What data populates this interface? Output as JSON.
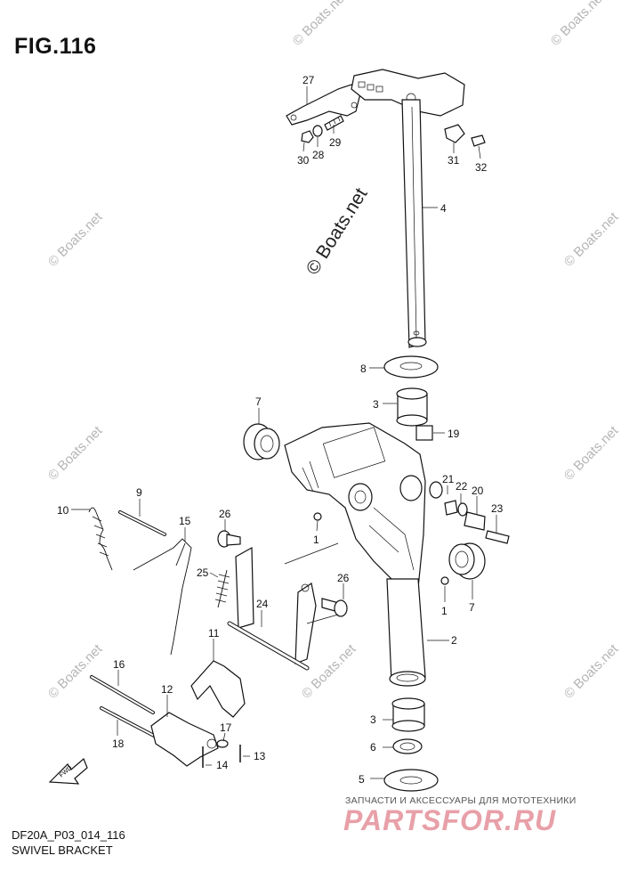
{
  "figure": {
    "title": "FIG.116",
    "code": "DF20A_P03_014_116",
    "caption": "SWIVEL BRACKET"
  },
  "direction_label": "FWD",
  "watermark": {
    "text": "© Boats.net",
    "center_text": "© Boats.net"
  },
  "promo": {
    "line1": "ЗАПЧАСТИ И АКСЕССУАРЫ ДЛЯ МОТОТЕХНИКИ",
    "line2": "PARTSFOR.RU"
  },
  "callouts": [
    {
      "id": "c27",
      "label": "27"
    },
    {
      "id": "c29",
      "label": "29"
    },
    {
      "id": "c28",
      "label": "28"
    },
    {
      "id": "c30",
      "label": "30"
    },
    {
      "id": "c31",
      "label": "31"
    },
    {
      "id": "c32",
      "label": "32"
    },
    {
      "id": "c4",
      "label": "4"
    },
    {
      "id": "c8",
      "label": "8"
    },
    {
      "id": "c3a",
      "label": "3"
    },
    {
      "id": "c19",
      "label": "19"
    },
    {
      "id": "c7a",
      "label": "7"
    },
    {
      "id": "c21",
      "label": "21"
    },
    {
      "id": "c22",
      "label": "22"
    },
    {
      "id": "c20",
      "label": "20"
    },
    {
      "id": "c23",
      "label": "23"
    },
    {
      "id": "c9",
      "label": "9"
    },
    {
      "id": "c10",
      "label": "10"
    },
    {
      "id": "c15",
      "label": "15"
    },
    {
      "id": "c26a",
      "label": "26"
    },
    {
      "id": "c1a",
      "label": "1"
    },
    {
      "id": "c25",
      "label": "25"
    },
    {
      "id": "c26b",
      "label": "26"
    },
    {
      "id": "c24",
      "label": "24"
    },
    {
      "id": "c1b",
      "label": "1"
    },
    {
      "id": "c7b",
      "label": "7"
    },
    {
      "id": "c11",
      "label": "11"
    },
    {
      "id": "c2",
      "label": "2"
    },
    {
      "id": "c16",
      "label": "16"
    },
    {
      "id": "c12",
      "label": "12"
    },
    {
      "id": "c18",
      "label": "18"
    },
    {
      "id": "c17",
      "label": "17"
    },
    {
      "id": "c3b",
      "label": "3"
    },
    {
      "id": "c6",
      "label": "6"
    },
    {
      "id": "c14",
      "label": "14"
    },
    {
      "id": "c13",
      "label": "13"
    },
    {
      "id": "c5",
      "label": "5"
    }
  ]
}
